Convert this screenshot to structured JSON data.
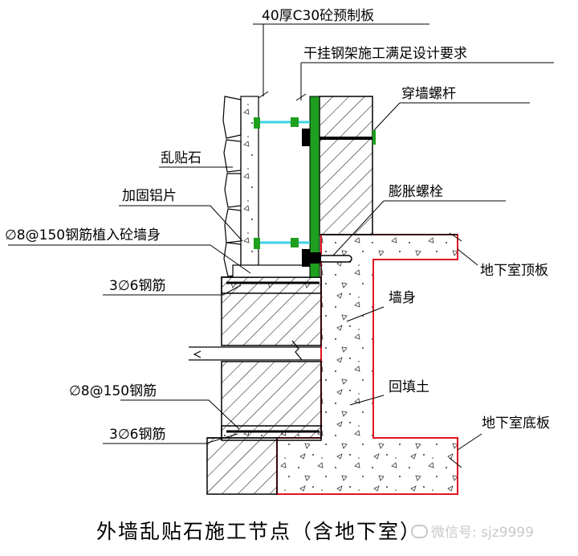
{
  "labels": {
    "precast_slab": "40厚C30砼预制板",
    "steel_frame": "干挂钢架施工满足设计要求",
    "through_bolt": "穿墙螺杆",
    "random_stone": "乱贴石",
    "anchor_bolt": "膨胀螺栓",
    "aluminum_piece": "加固铝片",
    "rebar_embed": "∅8@150钢筋植入砼墙身",
    "roof_slab": "地下室顶板",
    "rebar_3phi6_top": "3∅6钢筋",
    "wall_body": "墙身",
    "rebar_8at150": "∅8@150钢筋",
    "backfill": "回填土",
    "base_slab": "地下室底板",
    "rebar_3phi6_bottom": "3∅6钢筋"
  },
  "title": "外墙乱贴石施工节点（含地下室）",
  "watermark": "微信号: sjz9999",
  "colors": {
    "steel": "#1ea01e",
    "bracket": "#3cd2e6",
    "concrete_edge": "#e0141e",
    "line": "#000000"
  }
}
